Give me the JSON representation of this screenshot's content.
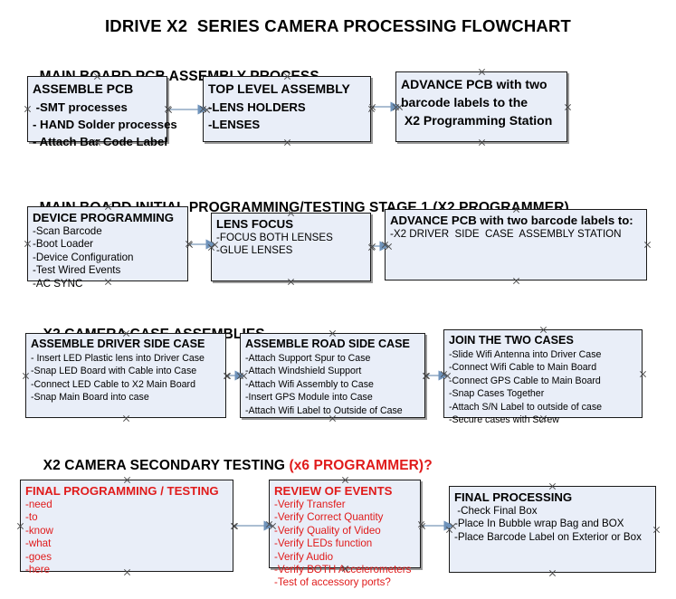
{
  "title": "IDRIVE X2  SERIES CAMERA PROCESSING FLOWCHART",
  "colors": {
    "node_fill": "#e9eef8",
    "node_border": "#1a1a1a",
    "connector": "#8fa9c4",
    "accent_red": "#e01b1b",
    "text": "#000000",
    "background": "#ffffff"
  },
  "sections": [
    {
      "heading": "MAIN BOARD PCB ASSEMBLY PROCESS",
      "heading_accent": "",
      "nodes": [
        {
          "title": "ASSEMBLE PCB",
          "lines": [
            " -SMT processes",
            "- HAND Solder processes",
            "- Attach Bar Code Label"
          ]
        },
        {
          "title": "TOP LEVEL ASSEMBLY",
          "lines": [
            "-LENS HOLDERS",
            "-LENSES"
          ]
        },
        {
          "title": "ADVANCE PCB with two",
          "lines": [
            "barcode labels to the",
            " X2 Programming Station"
          ]
        }
      ]
    },
    {
      "heading": "MAIN BOARD INITIAL PROGRAMMING/TESTING STAGE 1 (X2 PROGRAMMER)",
      "heading_accent": "",
      "nodes": [
        {
          "title": "DEVICE PROGRAMMING",
          "lines": [
            "-Scan Barcode",
            "-Boot Loader",
            "-Device Configuration",
            "-Test Wired Events",
            "-AC SYNC"
          ]
        },
        {
          "title": "LENS FOCUS",
          "lines": [
            "-FOCUS BOTH LENSES",
            "-GLUE LENSES"
          ]
        },
        {
          "title": "ADVANCE PCB with two barcode labels to:",
          "lines": [
            "-X2 DRIVER  SIDE  CASE  ASSEMBLY STATION"
          ]
        }
      ]
    },
    {
      "heading": "X2 CAMERA CASE ASSEMBLIES",
      "heading_accent": "",
      "nodes": [
        {
          "title": "ASSEMBLE DRIVER SIDE CASE",
          "lines": [
            "- Insert LED Plastic lens into Driver Case",
            "-Snap LED Board with Cable into Case",
            "-Connect LED Cable to X2 Main Board",
            "-Snap Main Board into case"
          ]
        },
        {
          "title": "ASSEMBLE ROAD SIDE CASE",
          "lines": [
            "-Attach Support Spur to Case",
            "-Attach Windshield Support",
            "-Attach Wifi Assembly to Case",
            "-Insert GPS Module into Case",
            "-Attach Wifi Label to Outside of Case"
          ]
        },
        {
          "title": "JOIN THE TWO CASES",
          "lines": [
            "-Slide Wifi Antenna into Driver Case",
            "-Connect Wifi Cable to Main Board",
            "-Connect GPS Cable to Main Board",
            "-Snap Cases Together",
            "-Attach S/N Label to outside of case",
            "-Secure cases with Screw"
          ]
        }
      ]
    },
    {
      "heading": "X2 CAMERA SECONDARY TESTING ",
      "heading_accent": "(x6 PROGRAMMER)?",
      "nodes": [
        {
          "title": "FINAL PROGRAMMING / TESTING",
          "lines": [
            "-need",
            "-to",
            "-know",
            "-what",
            "-goes",
            "-here"
          ]
        },
        {
          "title": "REVIEW OF EVENTS",
          "lines": [
            "-Verify Transfer",
            "-Verify Correct Quantity",
            "-Verify Quality of Video",
            "-Verify LEDs function",
            "-Verify Audio",
            "-Verify BOTH Accelerometers",
            "-Test of accessory ports?"
          ]
        },
        {
          "title": "FINAL PROCESSING",
          "lines": [
            " -Check Final Box",
            "-Place In Bubble wrap Bag and BOX",
            "-Place Barcode Label on Exterior or Box"
          ]
        }
      ]
    }
  ],
  "connector_count": 8
}
